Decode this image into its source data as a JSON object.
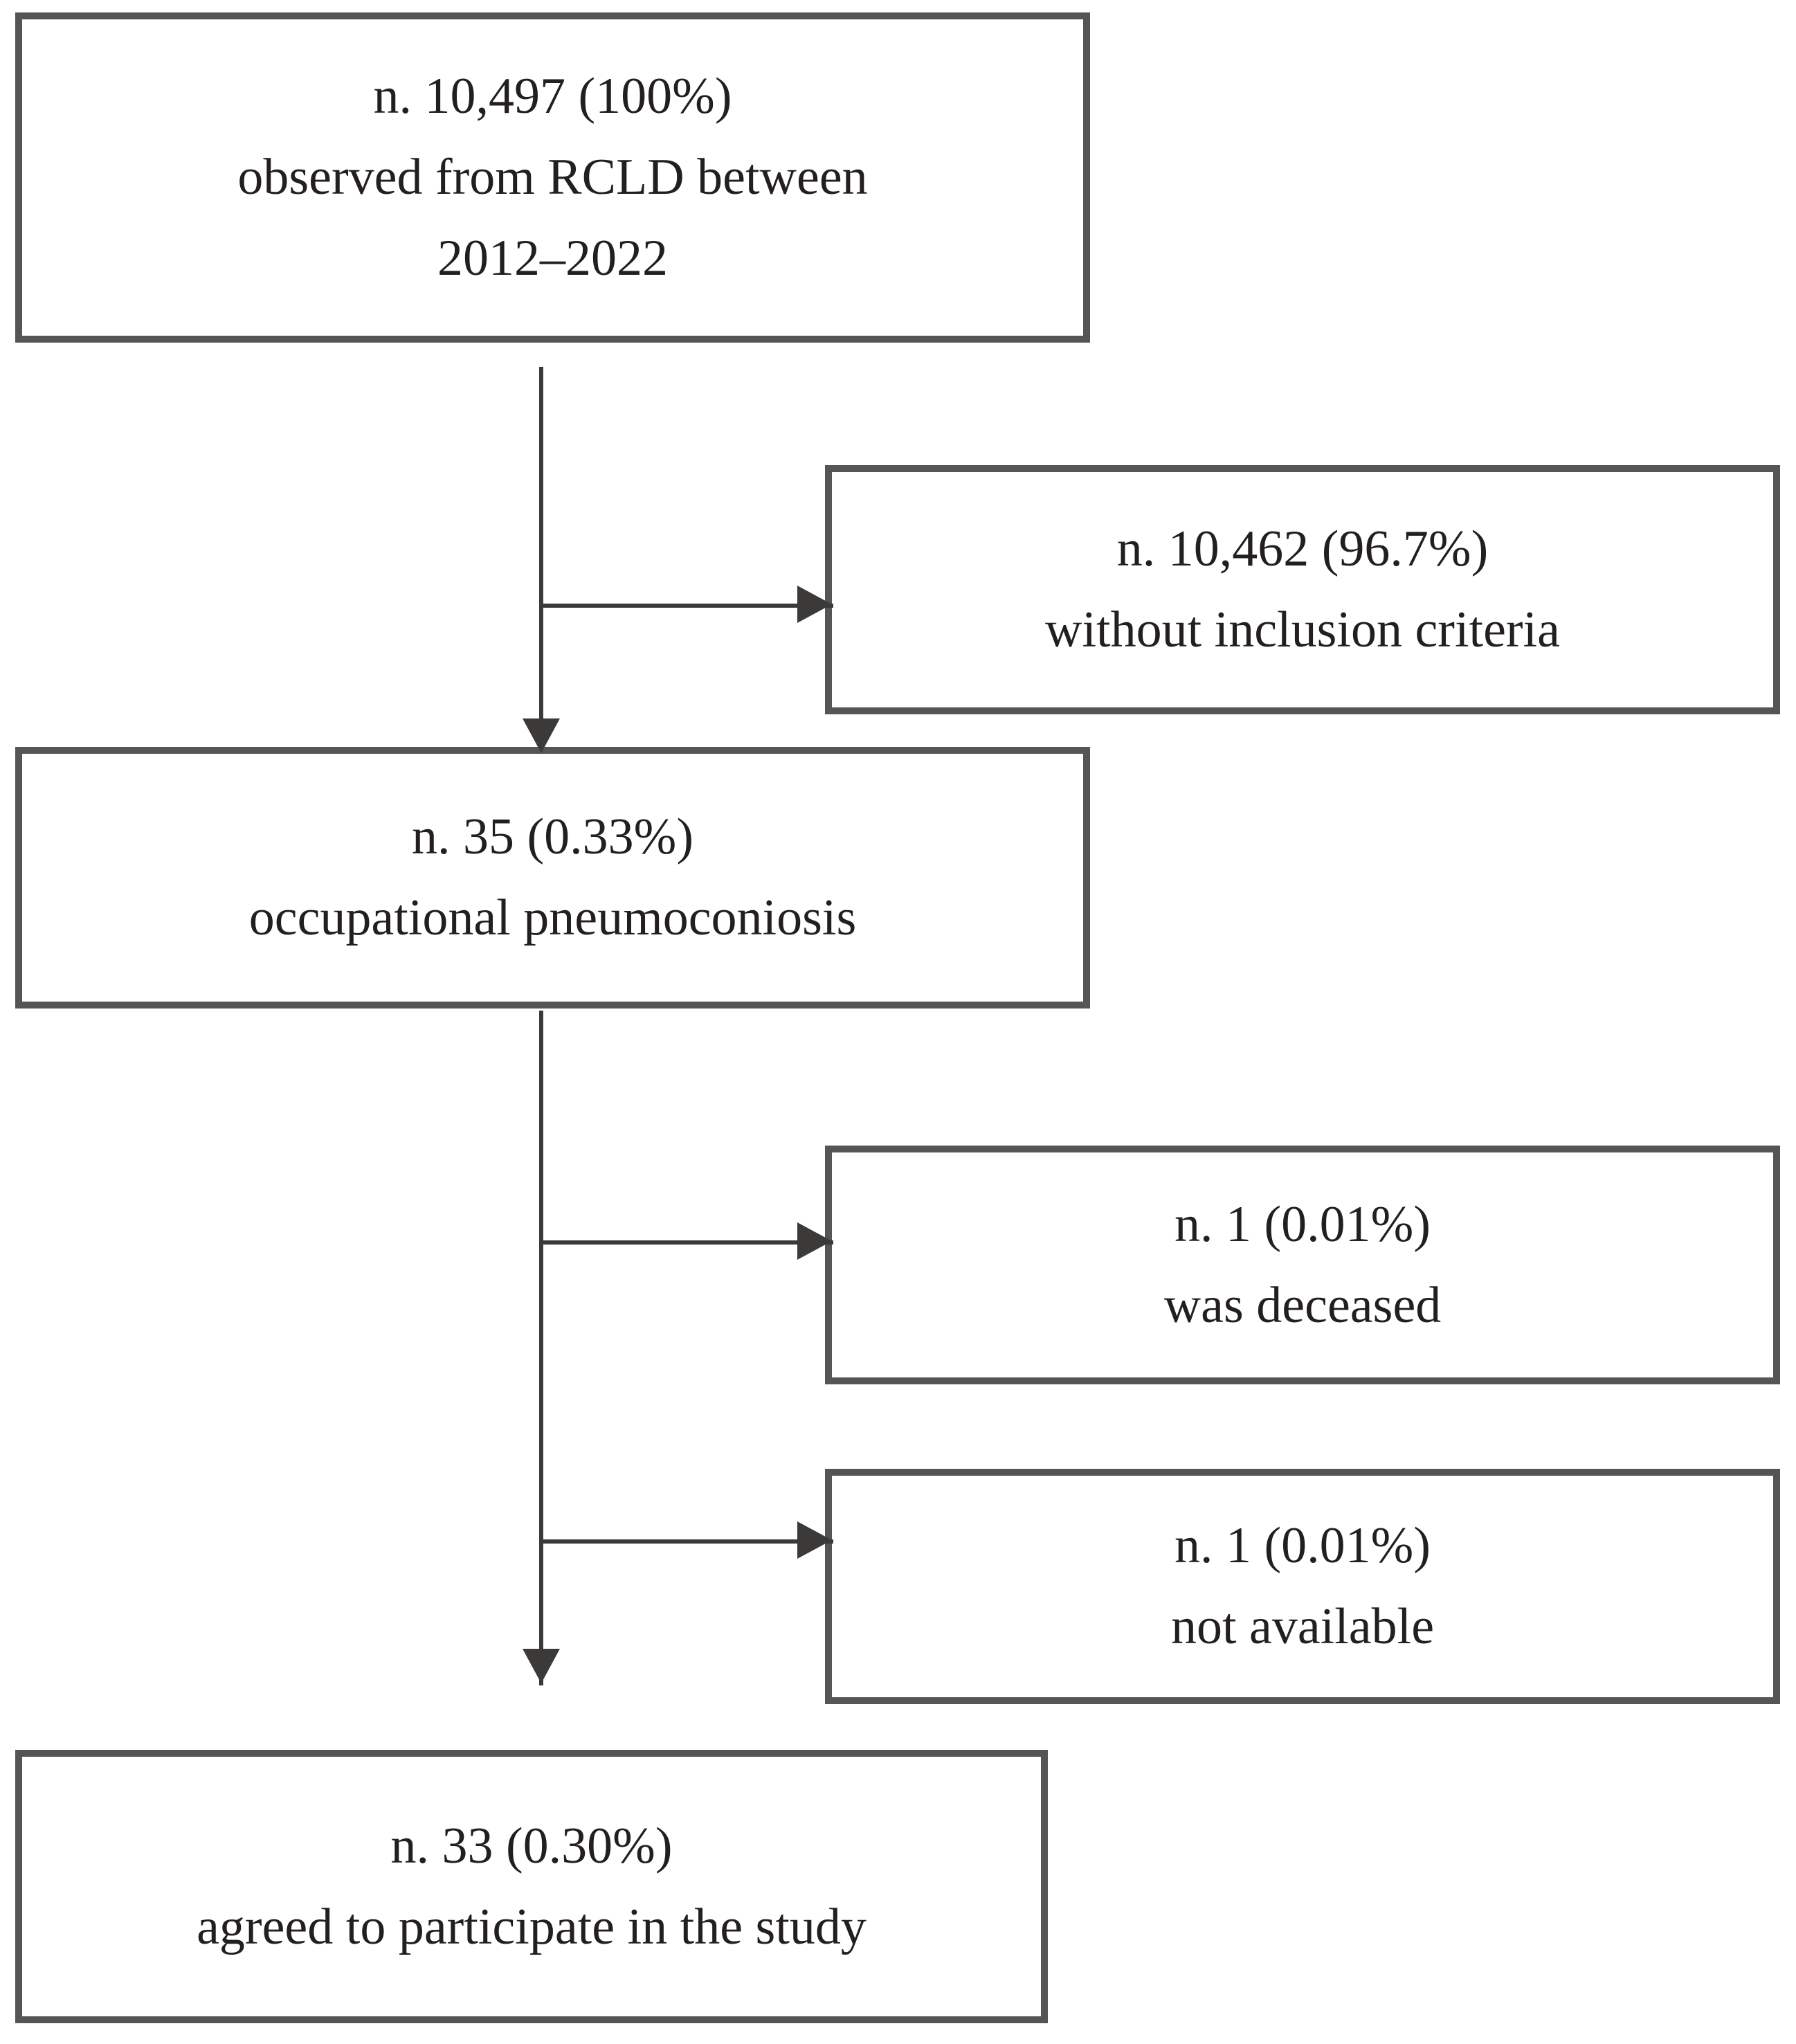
{
  "diagram": {
    "type": "flowchart",
    "title": "Study population selection flowchart",
    "colors": {
      "box_border": "#555555",
      "box_fill": "#ffffff",
      "connector": "#3b3a39",
      "text": "#231f20"
    },
    "nodes": [
      {
        "id": "total",
        "count_line": "n. 10,497 (100%)",
        "desc_line_1": "observed from RCLD between",
        "desc_line_2": "2012–2022"
      },
      {
        "id": "excluded",
        "count_line": "n. 10,462 (96.7%)",
        "desc_line_1": "without inclusion criteria"
      },
      {
        "id": "pneumoconiosis",
        "count_line": "n. 35 (0.33%)",
        "desc_line_1": "occupational pneumoconiosis"
      },
      {
        "id": "deceased",
        "count_line": "n. 1 (0.01%)",
        "desc_line_1": "was deceased"
      },
      {
        "id": "not_available",
        "count_line": "n. 1 (0.01%)",
        "desc_line_1": "not available"
      },
      {
        "id": "agreed",
        "count_line": "n. 33 (0.30%)",
        "desc_line_1": "agreed to participate in the study"
      }
    ],
    "edges": [
      {
        "from": "total",
        "to": "pneumoconiosis",
        "direction": "down"
      },
      {
        "from": "total",
        "to": "excluded",
        "direction": "right"
      },
      {
        "from": "pneumoconiosis",
        "to": "agreed",
        "direction": "down"
      },
      {
        "from": "pneumoconiosis",
        "to": "deceased",
        "direction": "right"
      },
      {
        "from": "pneumoconiosis",
        "to": "not_available",
        "direction": "right"
      }
    ]
  }
}
